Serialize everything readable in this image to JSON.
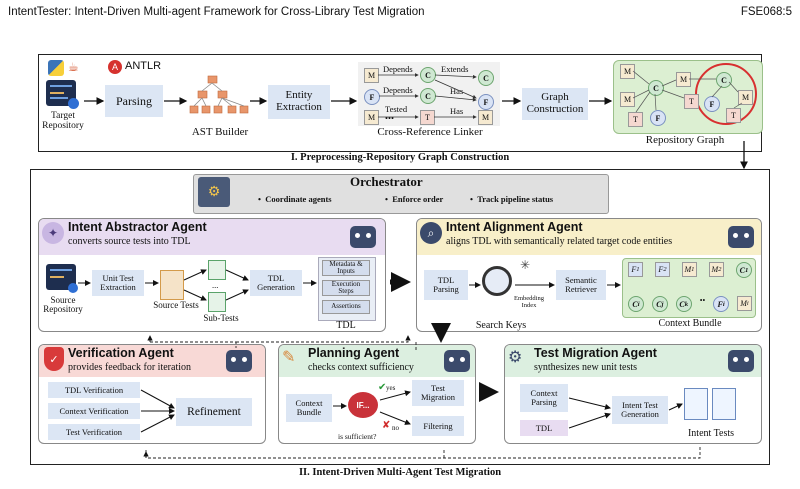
{
  "header": {
    "title": "IntentTester: Intent-Driven Multi-agent Framework for Cross-Library Test Migration",
    "page_id": "FSE068:5"
  },
  "stage1": {
    "caption": "I. Preprocessing-Repository Graph Construction",
    "antlr_label": "ANTLR",
    "target_repo_label": "Target\nRepository",
    "parsing_label": "Parsing",
    "ast_label": "AST Builder",
    "entity_label": "Entity\nExtraction",
    "linker_label": "Cross-Reference Linker",
    "graph_construction_label": "Graph\nConstruction",
    "repo_graph_label": "Repository Graph",
    "linker_rows": [
      {
        "from": "M",
        "rel1": "Depends",
        "mid": "C",
        "rel2": "Extends",
        "to": "C"
      },
      {
        "from": "F",
        "rel1": "Depends",
        "mid": "C",
        "rel2": "Has",
        "to": "F"
      },
      {
        "from": "M",
        "rel1": "Tested",
        "mid": "T",
        "rel2": "Has",
        "to": "M"
      }
    ],
    "ellipsis": "•••"
  },
  "stage2": {
    "caption": "II. Intent-Driven Multi-Agent Test Migration",
    "orchestrator": {
      "title": "Orchestrator",
      "items": [
        "Coordinate agents",
        "Enforce order",
        "Track pipeline status"
      ]
    },
    "abstractor": {
      "title": "Intent Abstractor Agent",
      "subtitle": "converts source tests into TDL",
      "source_repo": "Source\nRepository",
      "unit_test_extraction": "Unit Test\nExtraction",
      "source_tests": "Source Tests",
      "sub_tests": "Sub-Tests",
      "dots": "...",
      "tdl_generation": "TDL\nGeneration",
      "tdl_items": [
        "Metadata &\nInputs",
        "Execution\nSteps",
        "Assertions"
      ],
      "tdl_label": "TDL"
    },
    "alignment": {
      "title": "Intent Alignment Agent",
      "subtitle": "aligns TDL with semantically related target code entities",
      "tdl_parsing": "TDL\nParsing",
      "embedding_index": "Embedding\nIndex",
      "semantic_retriever": "Semantic\nRetriever",
      "search_keys": "Search Keys",
      "context_bundle": "Context Bundle",
      "bundle_top": [
        "F1",
        "F2",
        "M1",
        "M2",
        "C1"
      ],
      "bundle_bottom": [
        "Ci",
        "Cj",
        "Ck",
        "••",
        "Fi",
        "Mi"
      ]
    },
    "verification": {
      "title": "Verification Agent",
      "subtitle": "provides feedback for iteration",
      "items": [
        "TDL Verification",
        "Context Verification",
        "Test Verification"
      ],
      "refinement": "Refinement"
    },
    "planning": {
      "title": "Planning Agent",
      "subtitle": "checks context sufficiency",
      "context_bundle": "Context\nBundle",
      "test_migration": "Test\nMigration",
      "filtering": "Filtering",
      "yes": "yes",
      "no": "no",
      "question": "is sufficient?",
      "if_label": "IF..."
    },
    "migration": {
      "title": "Test Migration Agent",
      "subtitle": "synthesizes new unit tests",
      "context_parsing": "Context\nParsing",
      "tdl": "TDL",
      "intent_test_generation": "Intent Test\nGeneration",
      "intent_tests": "Intent Tests"
    }
  },
  "colors": {
    "box_blue": "#dce6f4",
    "abstractor": "#e8dcf1",
    "alignment": "#f8efc9",
    "verification": "#f8d9d6",
    "planning": "#dcefe0",
    "migration": "#dcefe0",
    "orchestrator": "#e0e0e0",
    "repo_graph": "#dcefd2"
  }
}
